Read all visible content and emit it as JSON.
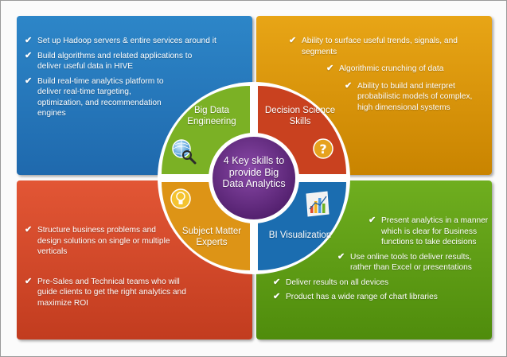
{
  "quadrants": {
    "big_data_engineering": {
      "bullets": [
        "Set up Hadoop servers & entire services around it",
        "Build algorithms and related applications to deliver useful data in HIVE",
        "Build real-time analytics platform to deliver real-time targeting, optimization, and recommendation engines"
      ]
    },
    "decision_science": {
      "bullets": [
        "Ability to surface useful trends, signals, and segments",
        "Algorithmic crunching of data",
        "Ability to build and interpret probabilistic models of complex, high dimensional systems"
      ]
    },
    "subject_matter": {
      "bullets": [
        "Structure business problems and design solutions on single or multiple verticals",
        "Pre-Sales and Technical teams who will guide clients to get the right analytics and maximize ROI"
      ]
    },
    "bi_visualization": {
      "bullets": [
        "Present analytics in a manner which is clear for Business functions to take decisions",
        "Use online tools to deliver results, rather than Excel or presentations",
        "Deliver results on all devices",
        "Product has a wide range of chart libraries"
      ]
    }
  },
  "circle": {
    "segments": {
      "big_data_engineering": "Big Data Engineering",
      "decision_science": "Decision Science Skills",
      "subject_matter": "Subject Matter Experts",
      "bi_visualization": "BI Visualization"
    },
    "center": "4 Key skills to provide Big Data Analytics"
  },
  "colors": {
    "blue": "#1f6fb2",
    "orange": "#e39b0f",
    "red": "#d94a2a",
    "green": "#5c9a14",
    "segment_green": "#7bb125",
    "segment_red": "#c9411f",
    "segment_orange": "#dd9416",
    "segment_blue": "#1b6db0",
    "center_purple": "#6a2c86"
  },
  "icons": [
    "globe-magnifier-icon",
    "question-mark-icon",
    "lightbulb-icon",
    "bar-chart-icon"
  ],
  "check_glyph": "✔"
}
